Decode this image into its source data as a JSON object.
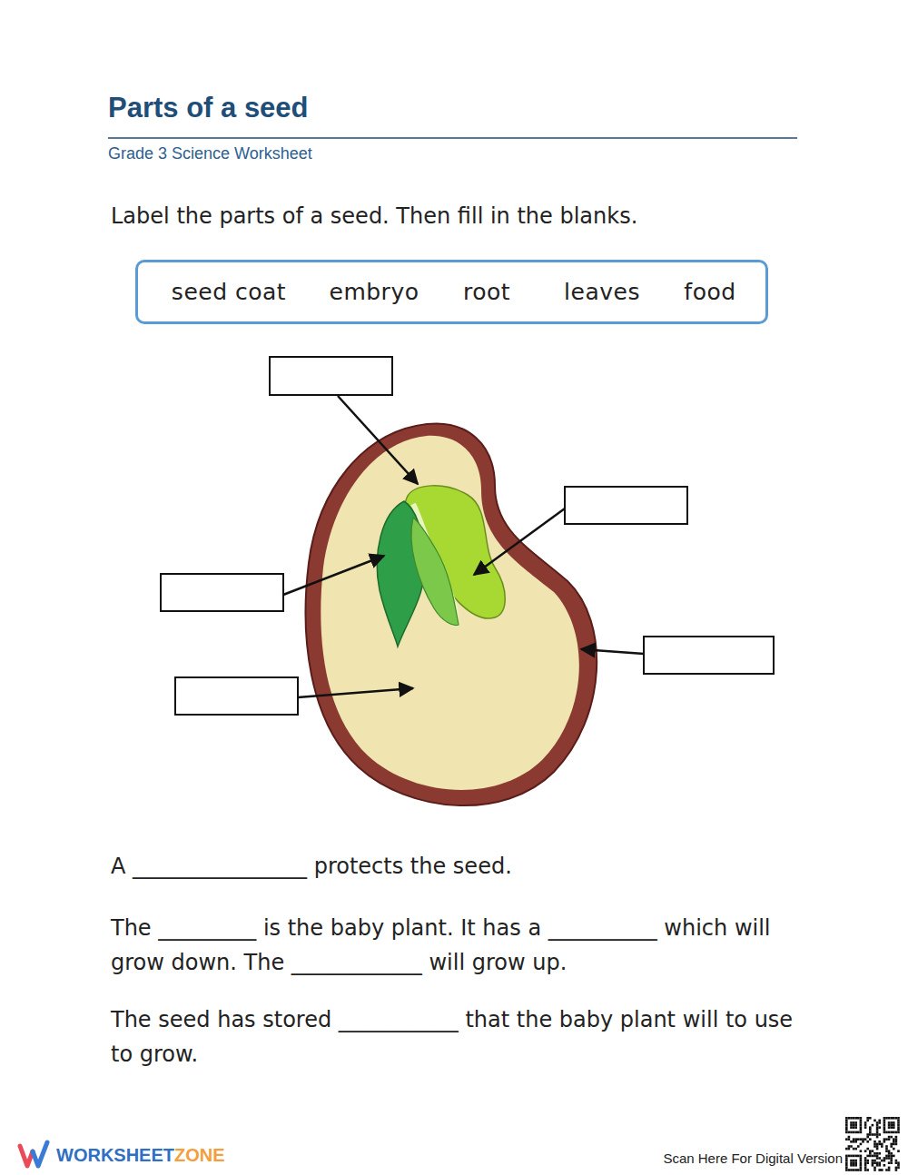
{
  "diagram": {
    "title": "Parts of a seed",
    "nodes": [
      {
        "text": [
          "seed coat",
          "embryo",
          "root",
          "leaves",
          "food"
        ]
      }
    ],
    "edges": [],
    "labels": [
      "Grade 3 Science Worksheet",
      "Label the parts of a seed. Then fill in the blanks.",
      "A ________________ protects the seed.",
      "The _________ is the baby plant. It has a __________ which will grow down. The ____________ will grow up.",
      "The seed has stored ___________ that the baby plant will to use to grow.",
      "WORKSHEET",
      "ZONE",
      "Scan Here For Digital Version"
    ]
  }
}
